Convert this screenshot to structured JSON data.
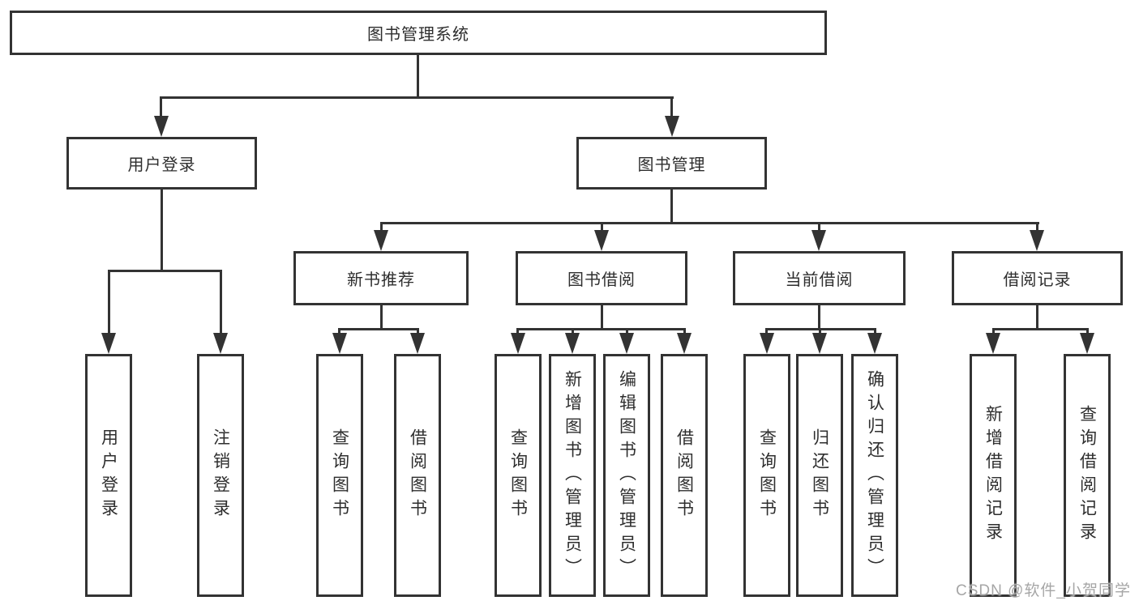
{
  "diagram": {
    "title": "图书管理系统",
    "level2": {
      "user_login": "用户登录",
      "book_management": "图书管理"
    },
    "level3": {
      "new_book_recommend": "新书推荐",
      "book_borrow": "图书借阅",
      "current_borrow": "当前借阅",
      "borrow_records": "借阅记录"
    },
    "leaves": {
      "login": [
        "用户登录",
        "注销登录"
      ],
      "recommend": [
        "查询图书",
        "借阅图书"
      ],
      "borrow": [
        "查询图书",
        "新增图书（管理员）",
        "编辑图书（管理员）",
        "借阅图书"
      ],
      "current": [
        "查询图书",
        "归还图书",
        "确认归还（管理员）"
      ],
      "records": [
        "新增借阅记录",
        "查询借阅记录"
      ]
    }
  },
  "watermark": "CSDN @软件_小贺同学",
  "colors": {
    "line": "#333333",
    "text": "#2e2e2e",
    "watermark": "#a6a6a6",
    "background": "#ffffff"
  }
}
